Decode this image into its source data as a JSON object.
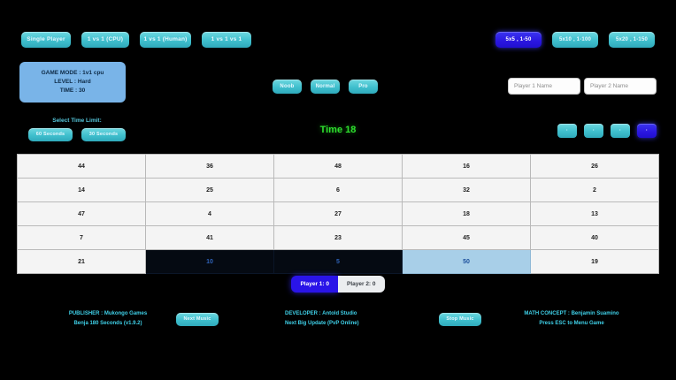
{
  "modes": {
    "buttons": [
      {
        "label": "Single Player",
        "name": "mode-single-player"
      },
      {
        "label": "1 vs 1 (CPU)",
        "name": "mode-1v1-cpu"
      },
      {
        "label": "1 vs 1 (Human)",
        "name": "mode-1v1-human"
      },
      {
        "label": "1 vs 1 vs 1",
        "name": "mode-1v1v1"
      }
    ]
  },
  "grid_sizes": {
    "buttons": [
      {
        "label": "5x5 , 1-50",
        "name": "grid-size-5x5",
        "active": true
      },
      {
        "label": "5x10 , 1-100",
        "name": "grid-size-5x10",
        "active": false
      },
      {
        "label": "5x20 , 1-150",
        "name": "grid-size-5x20",
        "active": false
      }
    ]
  },
  "info_panel": {
    "game_mode": "GAME MODE : 1v1 cpu",
    "level": "LEVEL : Hard",
    "time": "TIME : 30"
  },
  "difficulty": {
    "buttons": [
      {
        "label": "Noob",
        "name": "difficulty-noob"
      },
      {
        "label": "Normal",
        "name": "difficulty-normal"
      },
      {
        "label": "Pro",
        "name": "difficulty-pro"
      }
    ]
  },
  "players": {
    "p1_placeholder": "Player 1 Name",
    "p2_placeholder": "Player 2 Name",
    "p1_value": "",
    "p2_value": "",
    "p1_score_label": "Player 1: 0",
    "p2_score_label": "Player 2: 0"
  },
  "time_limit": {
    "label": "Select Time Limit:",
    "buttons": [
      {
        "label": "60 Seconds",
        "name": "time-limit-60"
      },
      {
        "label": "30 Seconds",
        "name": "time-limit-30"
      }
    ]
  },
  "timer": {
    "text": "Time 18"
  },
  "pager": {
    "buttons": [
      {
        "label": "·",
        "name": "pager-button-1",
        "active": false
      },
      {
        "label": "·",
        "name": "pager-button-2",
        "active": false
      },
      {
        "label": "·",
        "name": "pager-button-3",
        "active": false
      },
      {
        "label": "·",
        "name": "pager-button-4",
        "active": true
      }
    ]
  },
  "board": {
    "rows": [
      [
        {
          "value": "44",
          "state": "normal"
        },
        {
          "value": "36",
          "state": "normal"
        },
        {
          "value": "48",
          "state": "normal"
        },
        {
          "value": "16",
          "state": "normal"
        },
        {
          "value": "26",
          "state": "normal"
        }
      ],
      [
        {
          "value": "14",
          "state": "normal"
        },
        {
          "value": "25",
          "state": "normal"
        },
        {
          "value": "6",
          "state": "normal"
        },
        {
          "value": "32",
          "state": "normal"
        },
        {
          "value": "2",
          "state": "normal"
        }
      ],
      [
        {
          "value": "47",
          "state": "normal"
        },
        {
          "value": "4",
          "state": "normal"
        },
        {
          "value": "27",
          "state": "normal"
        },
        {
          "value": "18",
          "state": "normal"
        },
        {
          "value": "13",
          "state": "normal"
        }
      ],
      [
        {
          "value": "7",
          "state": "normal"
        },
        {
          "value": "41",
          "state": "normal"
        },
        {
          "value": "23",
          "state": "normal"
        },
        {
          "value": "45",
          "state": "normal"
        },
        {
          "value": "40",
          "state": "normal"
        }
      ],
      [
        {
          "value": "21",
          "state": "normal"
        },
        {
          "value": "10",
          "state": "picked"
        },
        {
          "value": "5",
          "state": "picked"
        },
        {
          "value": "50",
          "state": "active"
        },
        {
          "value": "19",
          "state": "normal"
        }
      ]
    ]
  },
  "footer": {
    "publisher_line1": "PUBLISHER : Mukongo Games",
    "publisher_line2": "Benja 180 Seconds (v1.9.2)",
    "developer_line1": "DEVELOPER : Antold Studio",
    "developer_line2": "Next Big Update (PvP Online)",
    "math_line1": "MATH CONCEPT : Benjamin Suamino",
    "math_line2": "Press ESC to Menu Game",
    "next_music": "Next Music",
    "stop_music": "Stop Music"
  },
  "colors": {
    "background": "#000000",
    "teal": "#3fbfcd",
    "blue": "#2a14e8",
    "green": "#2fe02f",
    "panel": "#79b4e8"
  }
}
